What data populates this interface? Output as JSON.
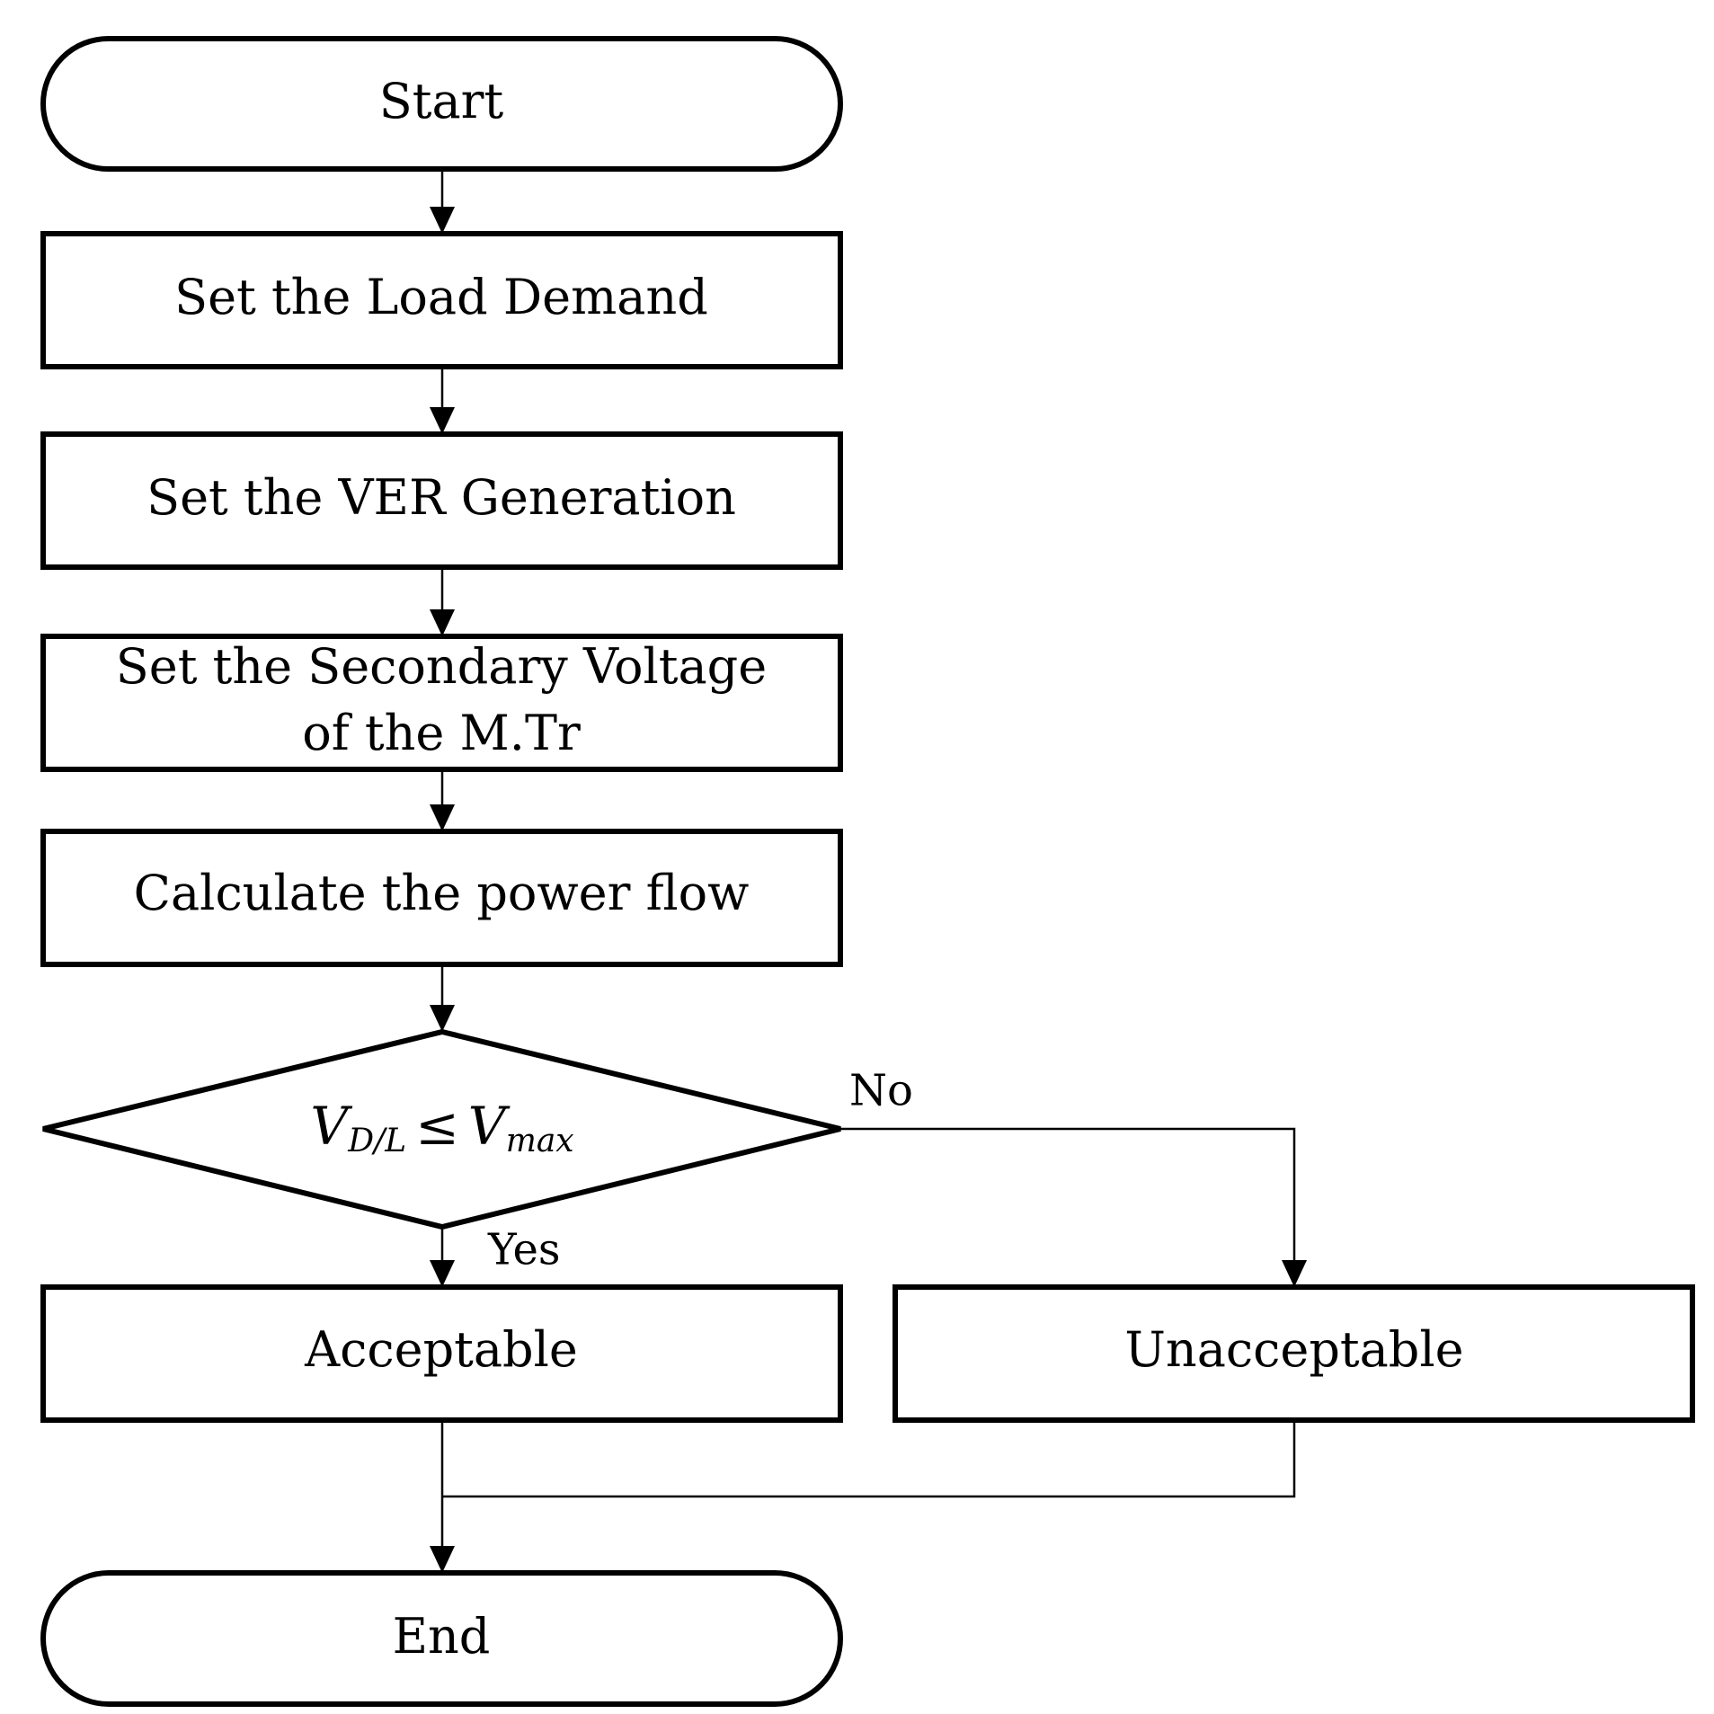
{
  "flowchart": {
    "start": "Start",
    "steps": [
      "Set the Load Demand",
      "Set the VER Generation",
      "Set the Secondary Voltage",
      "of the M.Tr",
      "Calculate the power flow"
    ],
    "decision": {
      "v": "V",
      "v_sub": "D/L",
      "op": "≤",
      "v2": "V",
      "v2_sub": "max"
    },
    "branch_no": "No",
    "branch_yes": "Yes",
    "acceptable": "Acceptable",
    "unacceptable": "Unacceptable",
    "end": "End"
  }
}
